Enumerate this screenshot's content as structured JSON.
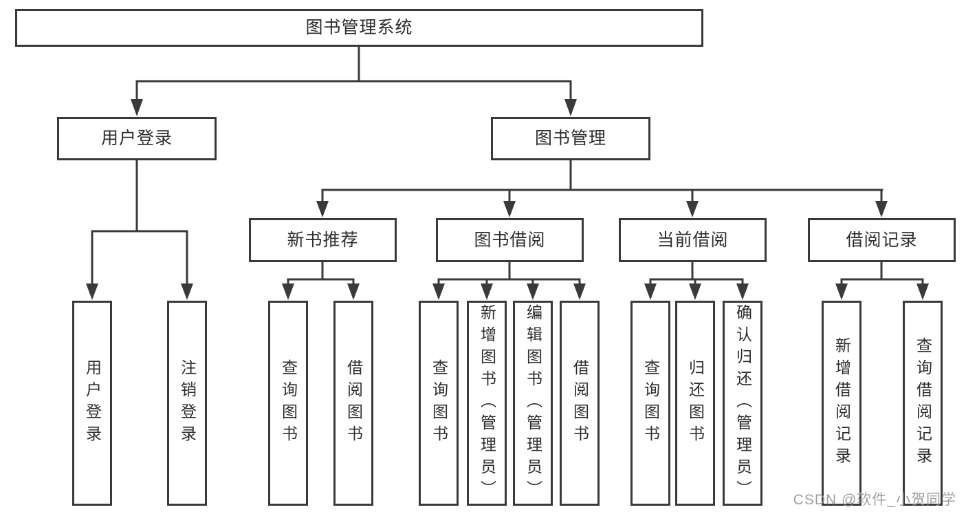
{
  "watermark": "CSDN @软件_小贺同学",
  "colors": {
    "line": "#3a3a3a",
    "text": "#2d2d2d",
    "watermark": "#969696",
    "background": "#ffffff"
  },
  "tree": {
    "label": "图书管理系统",
    "children": [
      {
        "label": "用户登录",
        "children": [
          {
            "label": "用户登录"
          },
          {
            "label": "注销登录"
          }
        ]
      },
      {
        "label": "图书管理",
        "children": [
          {
            "label": "新书推荐",
            "children": [
              {
                "label": "查询图书"
              },
              {
                "label": "借阅图书"
              }
            ]
          },
          {
            "label": "图书借阅",
            "children": [
              {
                "label": "查询图书"
              },
              {
                "label": "新增图书（管理员）"
              },
              {
                "label": "编辑图书（管理员）"
              },
              {
                "label": "借阅图书"
              }
            ]
          },
          {
            "label": "当前借阅",
            "children": [
              {
                "label": "查询图书"
              },
              {
                "label": "归还图书"
              },
              {
                "label": "确认归还（管理员）"
              }
            ]
          },
          {
            "label": "借阅记录",
            "children": [
              {
                "label": "新增借阅记录"
              },
              {
                "label": "查询借阅记录"
              }
            ]
          }
        ]
      }
    ]
  }
}
